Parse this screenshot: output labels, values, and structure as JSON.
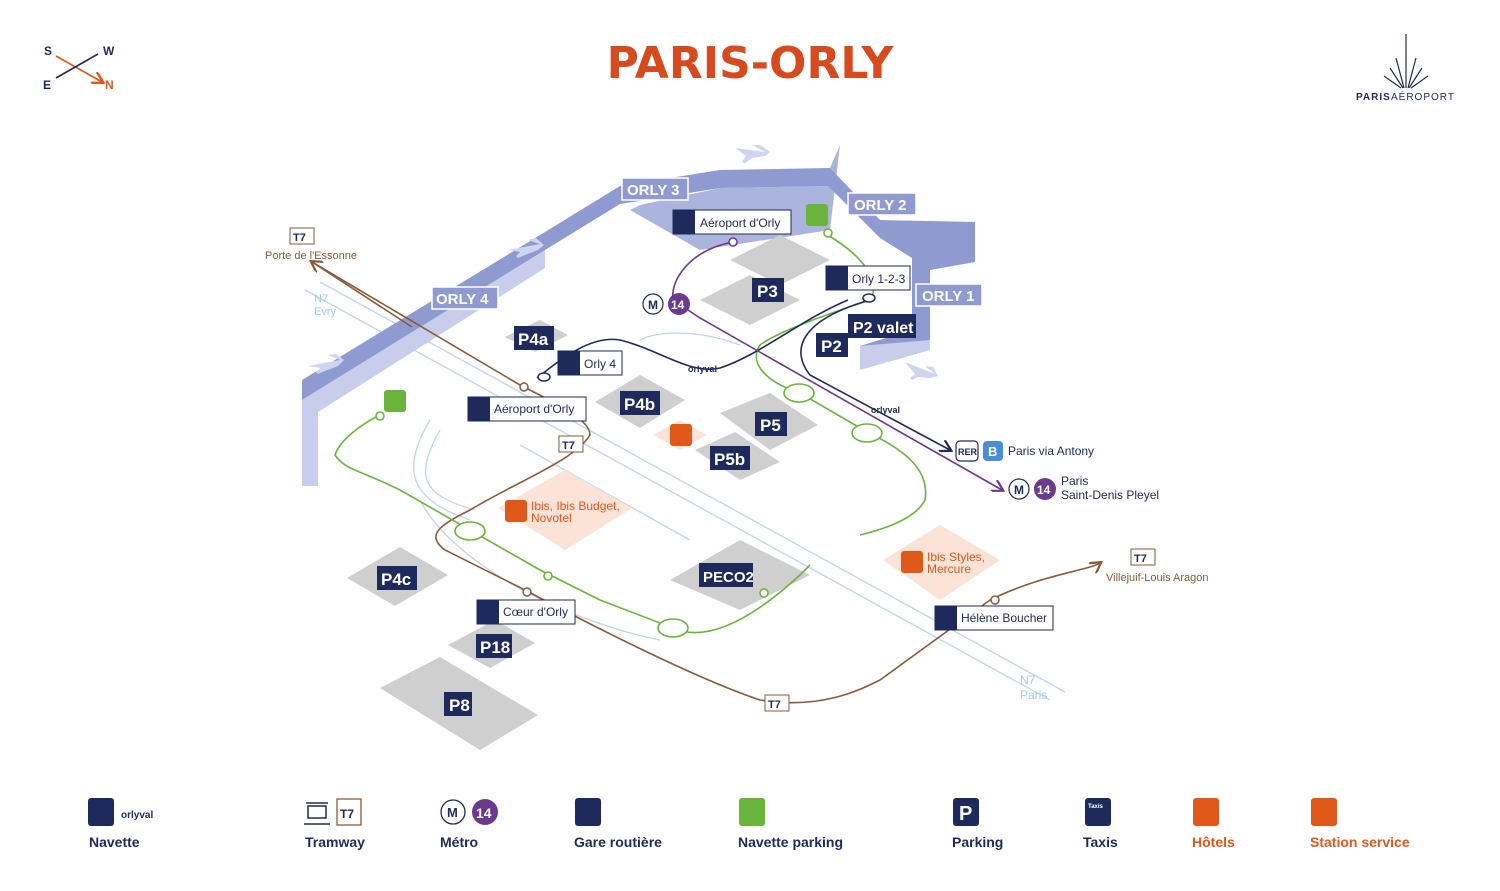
{
  "title": "PARIS-ORLY",
  "compass": {
    "s": "S",
    "w": "W",
    "e": "E",
    "n": "N"
  },
  "logo": {
    "text_paris": "PARIS",
    "text_aeroport": "AÉROPORT"
  },
  "colors": {
    "title": "#d64a1e",
    "navy": "#1f2a5c",
    "terminal": "#8f9bd0",
    "terminal_light": "#c7cdea",
    "parking_grey": "#cfcfcf",
    "tram_brown": "#8a5a3a",
    "shuttle_green": "#6ab43e",
    "metro_purple": "#6b3a8f",
    "road_blue": "#bcd6ee",
    "hotel_orange": "#e0581a",
    "hotel_bg": "#fbe3d8"
  },
  "terminals": {
    "orly1": "ORLY 1",
    "orly2": "ORLY 2",
    "orly3": "ORLY 3",
    "orly4": "ORLY 4"
  },
  "parkings": {
    "p3": "P3",
    "p2valet": "P2 valet",
    "p2": "P2",
    "p4a": "P4a",
    "p4b": "P4b",
    "p5": "P5",
    "p5b": "P5b",
    "p4c": "P4c",
    "peco2": "PECO2",
    "p18": "P18",
    "p8": "P8"
  },
  "stations": {
    "aeroport_orly_top": "Aéroport d'Orly",
    "orly123": "Orly 1-2-3",
    "orly4": "Orly 4",
    "aeroport_orly_mid": "Aéroport d'Orly",
    "coeur_orly": "Cœur d'Orly",
    "helene_boucher": "Hélène Boucher"
  },
  "destinations": {
    "porte_essonne": "Porte de l'Essonne",
    "paris_antony": "Paris via Antony",
    "paris_line1": "Paris",
    "paris_line2": "Saint-Denis Pleyel",
    "villejuif": "Villejuif-Louis Aragon"
  },
  "roads": {
    "n7_evry_1": "N7",
    "n7_evry_2": "Evry",
    "n7_paris_1": "N7",
    "n7_paris_2": "Paris"
  },
  "hotels": {
    "ibis_1": "Ibis, Ibis Budget,",
    "ibis_2": "Novotel",
    "styles_1": "Ibis Styles,",
    "styles_2": "Mercure"
  },
  "badges": {
    "t7": "T7",
    "m14": "14",
    "m": "M",
    "rer": "RER",
    "b": "B",
    "p": "P",
    "taxis": "Taxis"
  },
  "orlyval": {
    "text": "orlyval"
  },
  "legend": {
    "navette": "Navette",
    "tramway": "Tramway",
    "metro": "Métro",
    "gare_routiere": "Gare routière",
    "navette_parking": "Navette parking",
    "parking": "Parking",
    "taxis": "Taxis",
    "hotels": "Hôtels",
    "station_service": "Station service"
  }
}
